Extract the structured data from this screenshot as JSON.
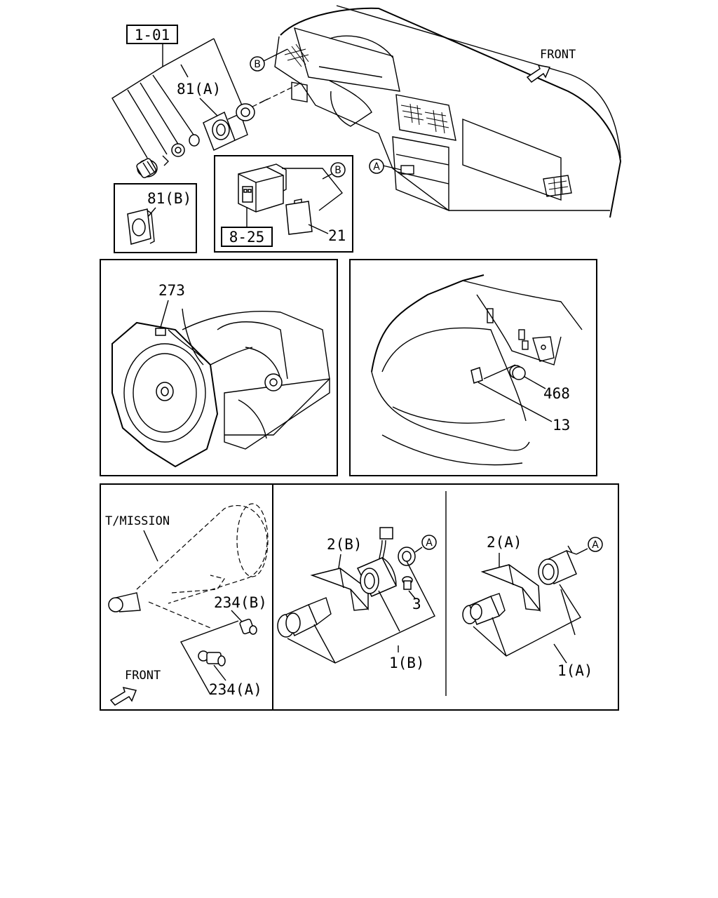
{
  "labels": {
    "ref_1_01": "1-01",
    "p81a": "81(A)",
    "p81b": "81(B)",
    "ref_8_25": "8-25",
    "p21": "21",
    "front_top": "FRONT",
    "p273": "273",
    "p468": "468",
    "p13": "13",
    "tmission": "T/MISSION",
    "p234b": "234(B)",
    "p234a": "234(A)",
    "front_bottom": "FRONT",
    "p2b": "2(B)",
    "p3": "3",
    "p1b": "1(B)",
    "p2a": "2(A)",
    "p1a": "1(A)"
  },
  "callouts": {
    "a": "A",
    "b": "B"
  }
}
